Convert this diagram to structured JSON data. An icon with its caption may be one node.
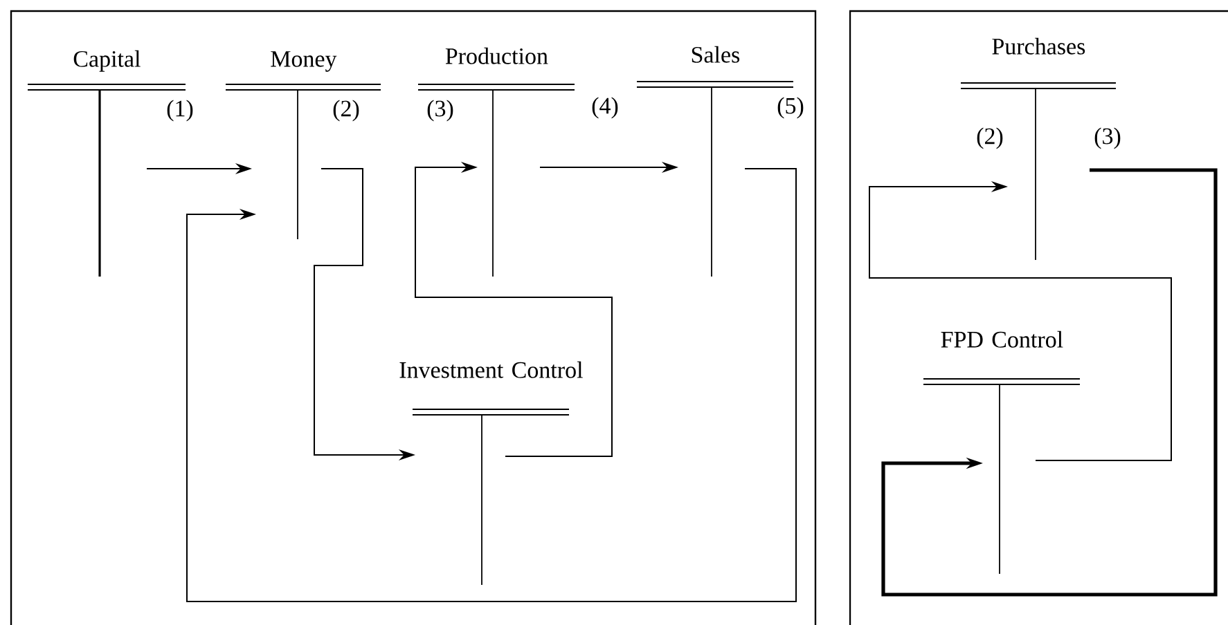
{
  "diagram": {
    "nodes": [
      {
        "text": [
          "Capital"
        ]
      },
      {
        "text": [
          "Money"
        ]
      },
      {
        "text": [
          "Production"
        ]
      },
      {
        "text": [
          "Sales"
        ]
      },
      {
        "text": [
          "Investment Control"
        ]
      },
      {
        "text": [
          "Purchases"
        ]
      },
      {
        "text": [
          "FPD Control"
        ]
      }
    ],
    "edges": [
      {
        "from": 0,
        "to": 1,
        "arrow": "to"
      },
      {
        "from": 1,
        "to": 4,
        "arrow": "to"
      },
      {
        "from": 4,
        "to": 2,
        "arrow": "to"
      },
      {
        "from": 2,
        "to": 3,
        "arrow": "to"
      },
      {
        "from": 3,
        "to": 1,
        "arrow": "to"
      },
      {
        "from": 5,
        "to": 6,
        "arrow": "to",
        "style": "thick"
      },
      {
        "from": 6,
        "to": 5,
        "arrow": "to"
      }
    ],
    "labels": [
      "(1)",
      "(2)",
      "(3)",
      "(4)",
      "(5)",
      "(2)",
      "(3)"
    ]
  }
}
